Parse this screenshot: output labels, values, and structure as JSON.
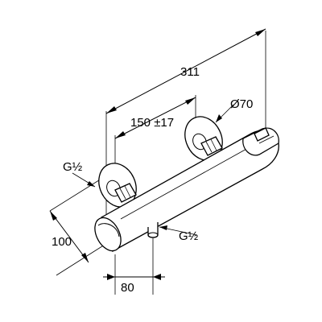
{
  "dimensions": {
    "overall_length": "311",
    "center_distance": "150 ±17",
    "diameter": "Ø70",
    "inlet_thread_left": "G½",
    "outlet_thread": "G½",
    "depth": "100",
    "outlet_offset": "80"
  },
  "colors": {
    "line": "#000000",
    "background": "#ffffff"
  }
}
